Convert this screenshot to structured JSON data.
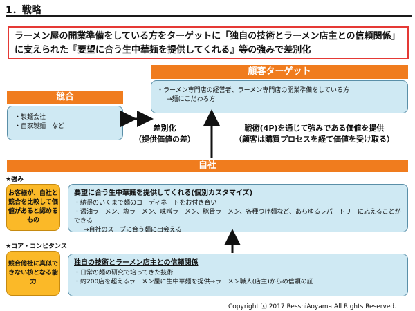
{
  "title": "1．戦略",
  "headline": "ラーメン屋の開業準備をしている方をターゲットに「独自の技術とラーメン店主との信頼関係」に支えられた『要望に合う生中華麺を提供してくれる』等の強みで差別化",
  "target": {
    "header": "顧客ターゲット",
    "line1": "・ラーメン専門店の経営者、ラーメン専門店の開業準備をしている方",
    "line2": "→麺にこだわる方"
  },
  "competition": {
    "header": "競合",
    "item1": "・製麺会社",
    "item2": "・自家製麺　など"
  },
  "differentiation": {
    "line1": "差別化",
    "line2": "（提供価値の差）"
  },
  "value": {
    "line1": "戦術(4P)を通じて強みである価値を提供",
    "line2": "（顧客は購買プロセスを経て価値を受け取る）"
  },
  "self": {
    "header": "自社"
  },
  "strength": {
    "label": "★強み",
    "side": "お客様が、自社と競合を比較して価値があると認めるもの",
    "head": "要望に合う生中華麺を提供してくれる(個別カスタマイズ)",
    "item1": "・納得のいくまで麺のコーディネートをお付き合い",
    "item2": "・醤油ラーメン、塩ラーメン、味噌ラーメン、豚骨ラーメン、各種つけ麺など、あらゆるレパートリーに応えることができる",
    "item3": "→自社のスープに合う麺に出会える"
  },
  "core": {
    "label": "★コア・コンピタンス",
    "side": "競合他社に真似できない核となる能力",
    "head": "独自の技術とラーメン店主との信頼関係",
    "item1": "・日常の麺の研究で培ってきた技術",
    "item2": "・約200店を超えるラーメン屋に生中華麺を提供→ラーメン職人(店主)からの信頼の証"
  },
  "copyright": "Copyright ⓒ 2017 ResshiAoyama All Rights Reserved.",
  "colors": {
    "orange": "#f07c1e",
    "blue_box": "#cfe9f3",
    "yellow_box": "#fbb928",
    "headline_border": "#e53935"
  }
}
